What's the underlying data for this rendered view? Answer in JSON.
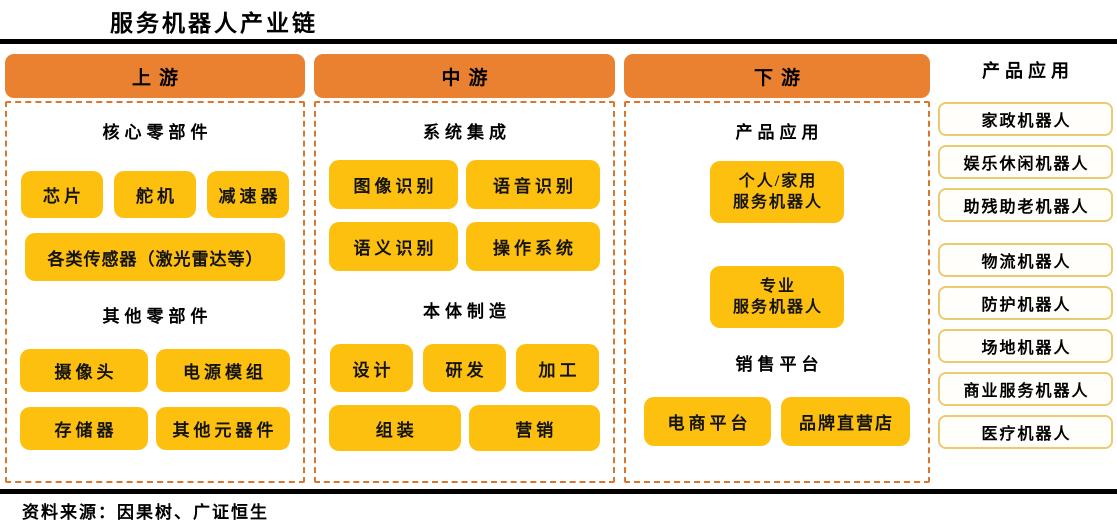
{
  "title": "服务机器人产业链",
  "source": "资料来源：因果树、广证恒生",
  "colors": {
    "header_orange": "#E98131",
    "dashed_border": "#D9782D",
    "item_yellow": "#FEC00F",
    "outline_gold": "#EBCB6F",
    "rule_black": "#000000"
  },
  "upstream": {
    "header": "上游",
    "section1": {
      "title": "核心零部件",
      "items": [
        "芯片",
        "舵机",
        "减速器"
      ],
      "wide": "各类传感器（激光雷达等）"
    },
    "section2": {
      "title": "其他零部件",
      "items": [
        "摄像头",
        "电源模组",
        "存储器",
        "其他元器件"
      ]
    }
  },
  "midstream": {
    "header": "中游",
    "section1": {
      "title": "系统集成",
      "items": [
        "图像识别",
        "语音识别",
        "语义识别",
        "操作系统"
      ]
    },
    "section2": {
      "title": "本体制造",
      "items": [
        "设计",
        "研发",
        "加工",
        "组装",
        "营销"
      ]
    }
  },
  "downstream": {
    "header": "下游",
    "section1": {
      "title": "产品应用",
      "items": [
        {
          "line1": "个人/家用",
          "line2": "服务机器人"
        },
        {
          "line1": "专业",
          "line2": "服务机器人"
        }
      ]
    },
    "section2": {
      "title": "销售平台",
      "items": [
        "电商平台",
        "品牌直营店"
      ]
    }
  },
  "applications": {
    "title": "产品应用",
    "items": [
      "家政机器人",
      "娱乐休闲机器人",
      "助残助老机器人",
      "物流机器人",
      "防护机器人",
      "场地机器人",
      "商业服务机器人",
      "医疗机器人"
    ]
  }
}
